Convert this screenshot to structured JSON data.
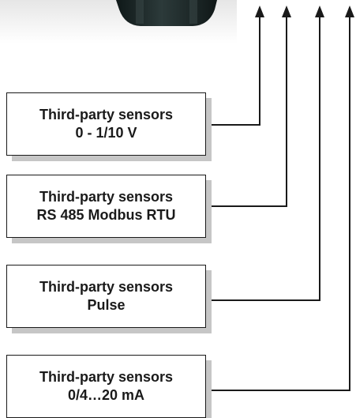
{
  "sensors": [
    {
      "title": "Third-party sensors",
      "spec": "0 - 1/10 V"
    },
    {
      "title": "Third-party sensors",
      "spec": "RS 485 Modbus RTU"
    },
    {
      "title": "Third-party sensors",
      "spec": "Pulse"
    },
    {
      "title": "Third-party sensors",
      "spec": "0/4…20 mA"
    }
  ],
  "colors": {
    "line": "#1a1a1a",
    "box_shadow": "#c6c6c6",
    "device": "#1f2b2b"
  },
  "icons": {
    "device": "device-base-icon",
    "arrowhead": "arrowhead-up-icon"
  }
}
